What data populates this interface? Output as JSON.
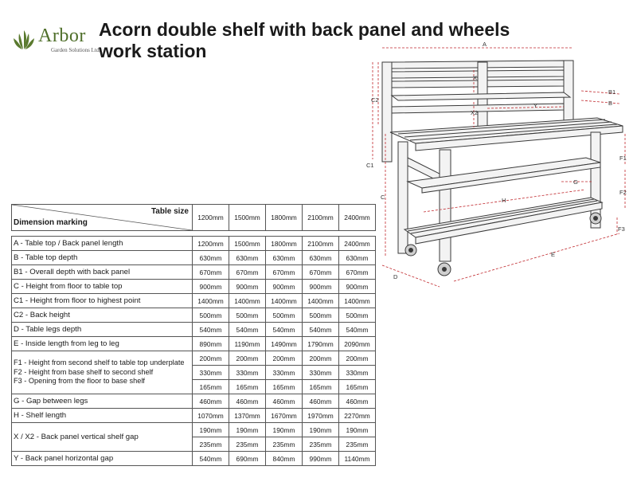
{
  "brand": {
    "name": "Arbor",
    "subtitle": "Garden Solutions Ltd.",
    "color": "#5a7a2e"
  },
  "title_line1": "Acorn double shelf with back panel and wheels",
  "title_line2": "work station",
  "table": {
    "header_right": "Table size",
    "header_left": "Dimension marking",
    "sizes": [
      "1200mm",
      "1500mm",
      "1800mm",
      "2100mm",
      "2400mm"
    ],
    "rows": [
      {
        "label": "A - Table top / Back panel length",
        "values": [
          "1200mm",
          "1500mm",
          "1800mm",
          "2100mm",
          "2400mm"
        ]
      },
      {
        "label": "B - Table top depth",
        "values": [
          "630mm",
          "630mm",
          "630mm",
          "630mm",
          "630mm"
        ]
      },
      {
        "label": "B1 - Overall depth with back panel",
        "values": [
          "670mm",
          "670mm",
          "670mm",
          "670mm",
          "670mm"
        ]
      },
      {
        "label": "C - Height from floor to table top",
        "values": [
          "900mm",
          "900mm",
          "900mm",
          "900mm",
          "900mm"
        ]
      },
      {
        "label": "C1 - Height from floor to highest point",
        "values": [
          "1400mm",
          "1400mm",
          "1400mm",
          "1400mm",
          "1400mm"
        ]
      },
      {
        "label": "C2 - Back height",
        "values": [
          "500mm",
          "500mm",
          "500mm",
          "500mm",
          "500mm"
        ]
      },
      {
        "label": "D - Table legs depth",
        "values": [
          "540mm",
          "540mm",
          "540mm",
          "540mm",
          "540mm"
        ]
      },
      {
        "label": "E - Inside length from leg to leg",
        "values": [
          "890mm",
          "1190mm",
          "1490mm",
          "1790mm",
          "2090mm"
        ]
      }
    ],
    "f_group": {
      "labels": [
        "F1 - Height from second shelf to table top underplate",
        "F2 - Height from base shelf to second shelf",
        "F3 - Opening from the floor to base shelf"
      ],
      "rows": [
        [
          "200mm",
          "200mm",
          "200mm",
          "200mm",
          "200mm"
        ],
        [
          "330mm",
          "330mm",
          "330mm",
          "330mm",
          "330mm"
        ],
        [
          "165mm",
          "165mm",
          "165mm",
          "165mm",
          "165mm"
        ]
      ]
    },
    "g_row": {
      "label": "G - Gap between legs",
      "values": [
        "460mm",
        "460mm",
        "460mm",
        "460mm",
        "460mm"
      ]
    },
    "h_row": {
      "label": "H - Shelf length",
      "values": [
        "1070mm",
        "1370mm",
        "1670mm",
        "1970mm",
        "2270mm"
      ]
    },
    "x_group": {
      "label": "X / X2 - Back panel vertical shelf gap",
      "rows": [
        [
          "190mm",
          "190mm",
          "190mm",
          "190mm",
          "190mm"
        ],
        [
          "235mm",
          "235mm",
          "235mm",
          "235mm",
          "235mm"
        ]
      ]
    },
    "y_row": {
      "label": "Y - Back panel horizontal gap",
      "values": [
        "540mm",
        "690mm",
        "840mm",
        "990mm",
        "1140mm"
      ]
    }
  },
  "drawing": {
    "labels": [
      "A",
      "B",
      "B1",
      "C",
      "C1",
      "C2",
      "D",
      "E",
      "F1",
      "F2",
      "F3",
      "G",
      "H",
      "X",
      "X2",
      "Y"
    ],
    "dimension_color": "#c0282d"
  }
}
